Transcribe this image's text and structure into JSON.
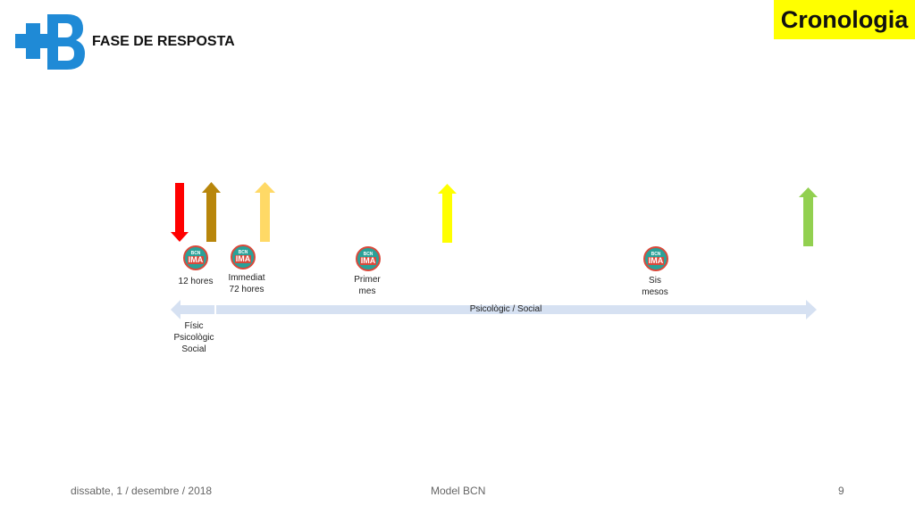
{
  "header": {
    "subtitle": "FASE DE RESPOSTA",
    "title": "Cronologia",
    "title_bg": "#ffff00",
    "brand_color": "#1f8ad6"
  },
  "timeline": {
    "arrows": [
      {
        "direction": "down",
        "color": "#ff0000"
      },
      {
        "direction": "up",
        "color": "#b8860b"
      },
      {
        "direction": "up",
        "color": "#ffd966"
      },
      {
        "direction": "up",
        "color": "#ffff00"
      },
      {
        "direction": "up",
        "color": "#92d050"
      }
    ],
    "badge": {
      "top": "BCN",
      "main": "IMA"
    },
    "milestones": [
      {
        "label_line1": "12 hores",
        "label_line2": ""
      },
      {
        "label_line1": "Immediat",
        "label_line2": "72 hores"
      },
      {
        "label_line1": "Primer",
        "label_line2": "mes"
      },
      {
        "label_line1": "Sis",
        "label_line2": "mesos"
      }
    ],
    "bar_label": "Psicològic / Social",
    "bar_color": "#d6e1f2",
    "left_label": [
      "Físic",
      "Psicològic",
      "Social"
    ]
  },
  "footer": {
    "date": "dissabte, 1 / desembre / 2018",
    "center": "Model BCN",
    "page": "9"
  }
}
